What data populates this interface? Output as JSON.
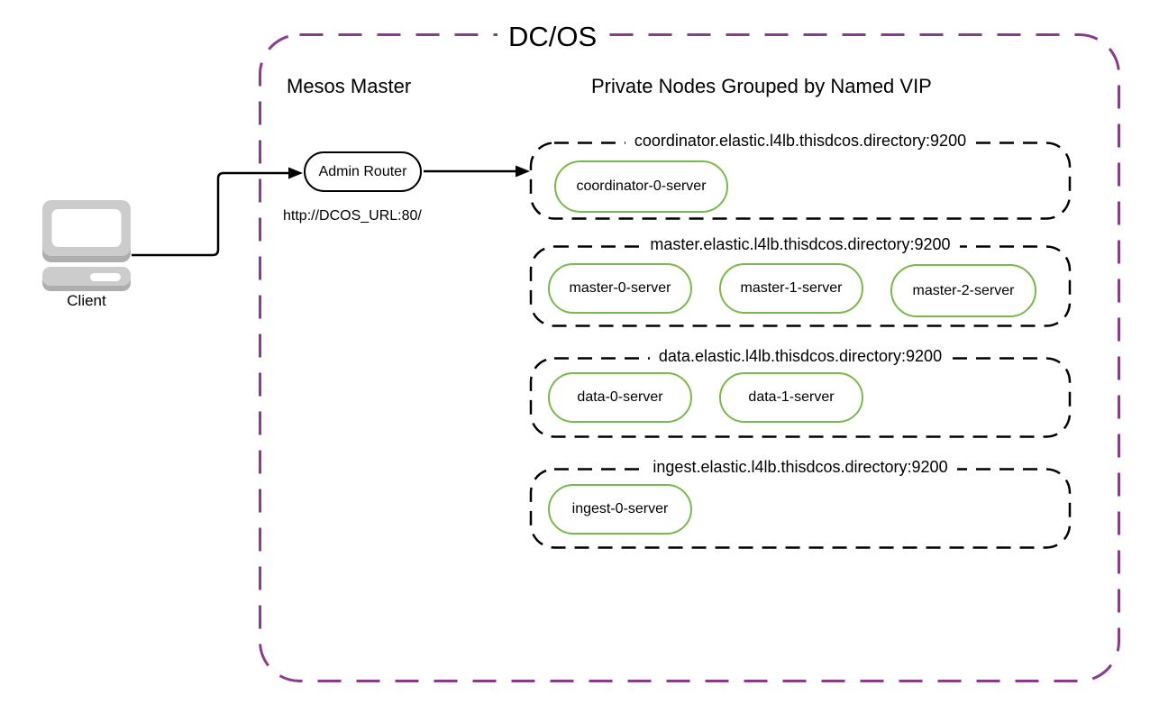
{
  "diagram": {
    "title": "DC/OS",
    "client_label": "Client",
    "mesos_master_label": "Mesos Master",
    "private_nodes_label": "Private Nodes Grouped by Named VIP",
    "admin_router_label": "Admin Router",
    "admin_router_url": "http://DCOS_URL:80/",
    "colors": {
      "outer_border_purple": "#8a3b8c",
      "group_border_black": "#000000",
      "server_border_green": "#79b94c",
      "client_gray": "#cccccc",
      "client_gray_dark": "#aeaeae"
    },
    "groups": [
      {
        "vip": "coordinator.elastic.l4lb.thisdcos.directory:9200",
        "servers": [
          "coordinator-0-server"
        ]
      },
      {
        "vip": "master.elastic.l4lb.thisdcos.directory:9200",
        "servers": [
          "master-0-server",
          "master-1-server",
          "master-2-server"
        ]
      },
      {
        "vip": "data.elastic.l4lb.thisdcos.directory:9200",
        "servers": [
          "data-0-server",
          "data-1-server"
        ]
      },
      {
        "vip": "ingest.elastic.l4lb.thisdcos.directory:9200",
        "servers": [
          "ingest-0-server"
        ]
      }
    ]
  }
}
